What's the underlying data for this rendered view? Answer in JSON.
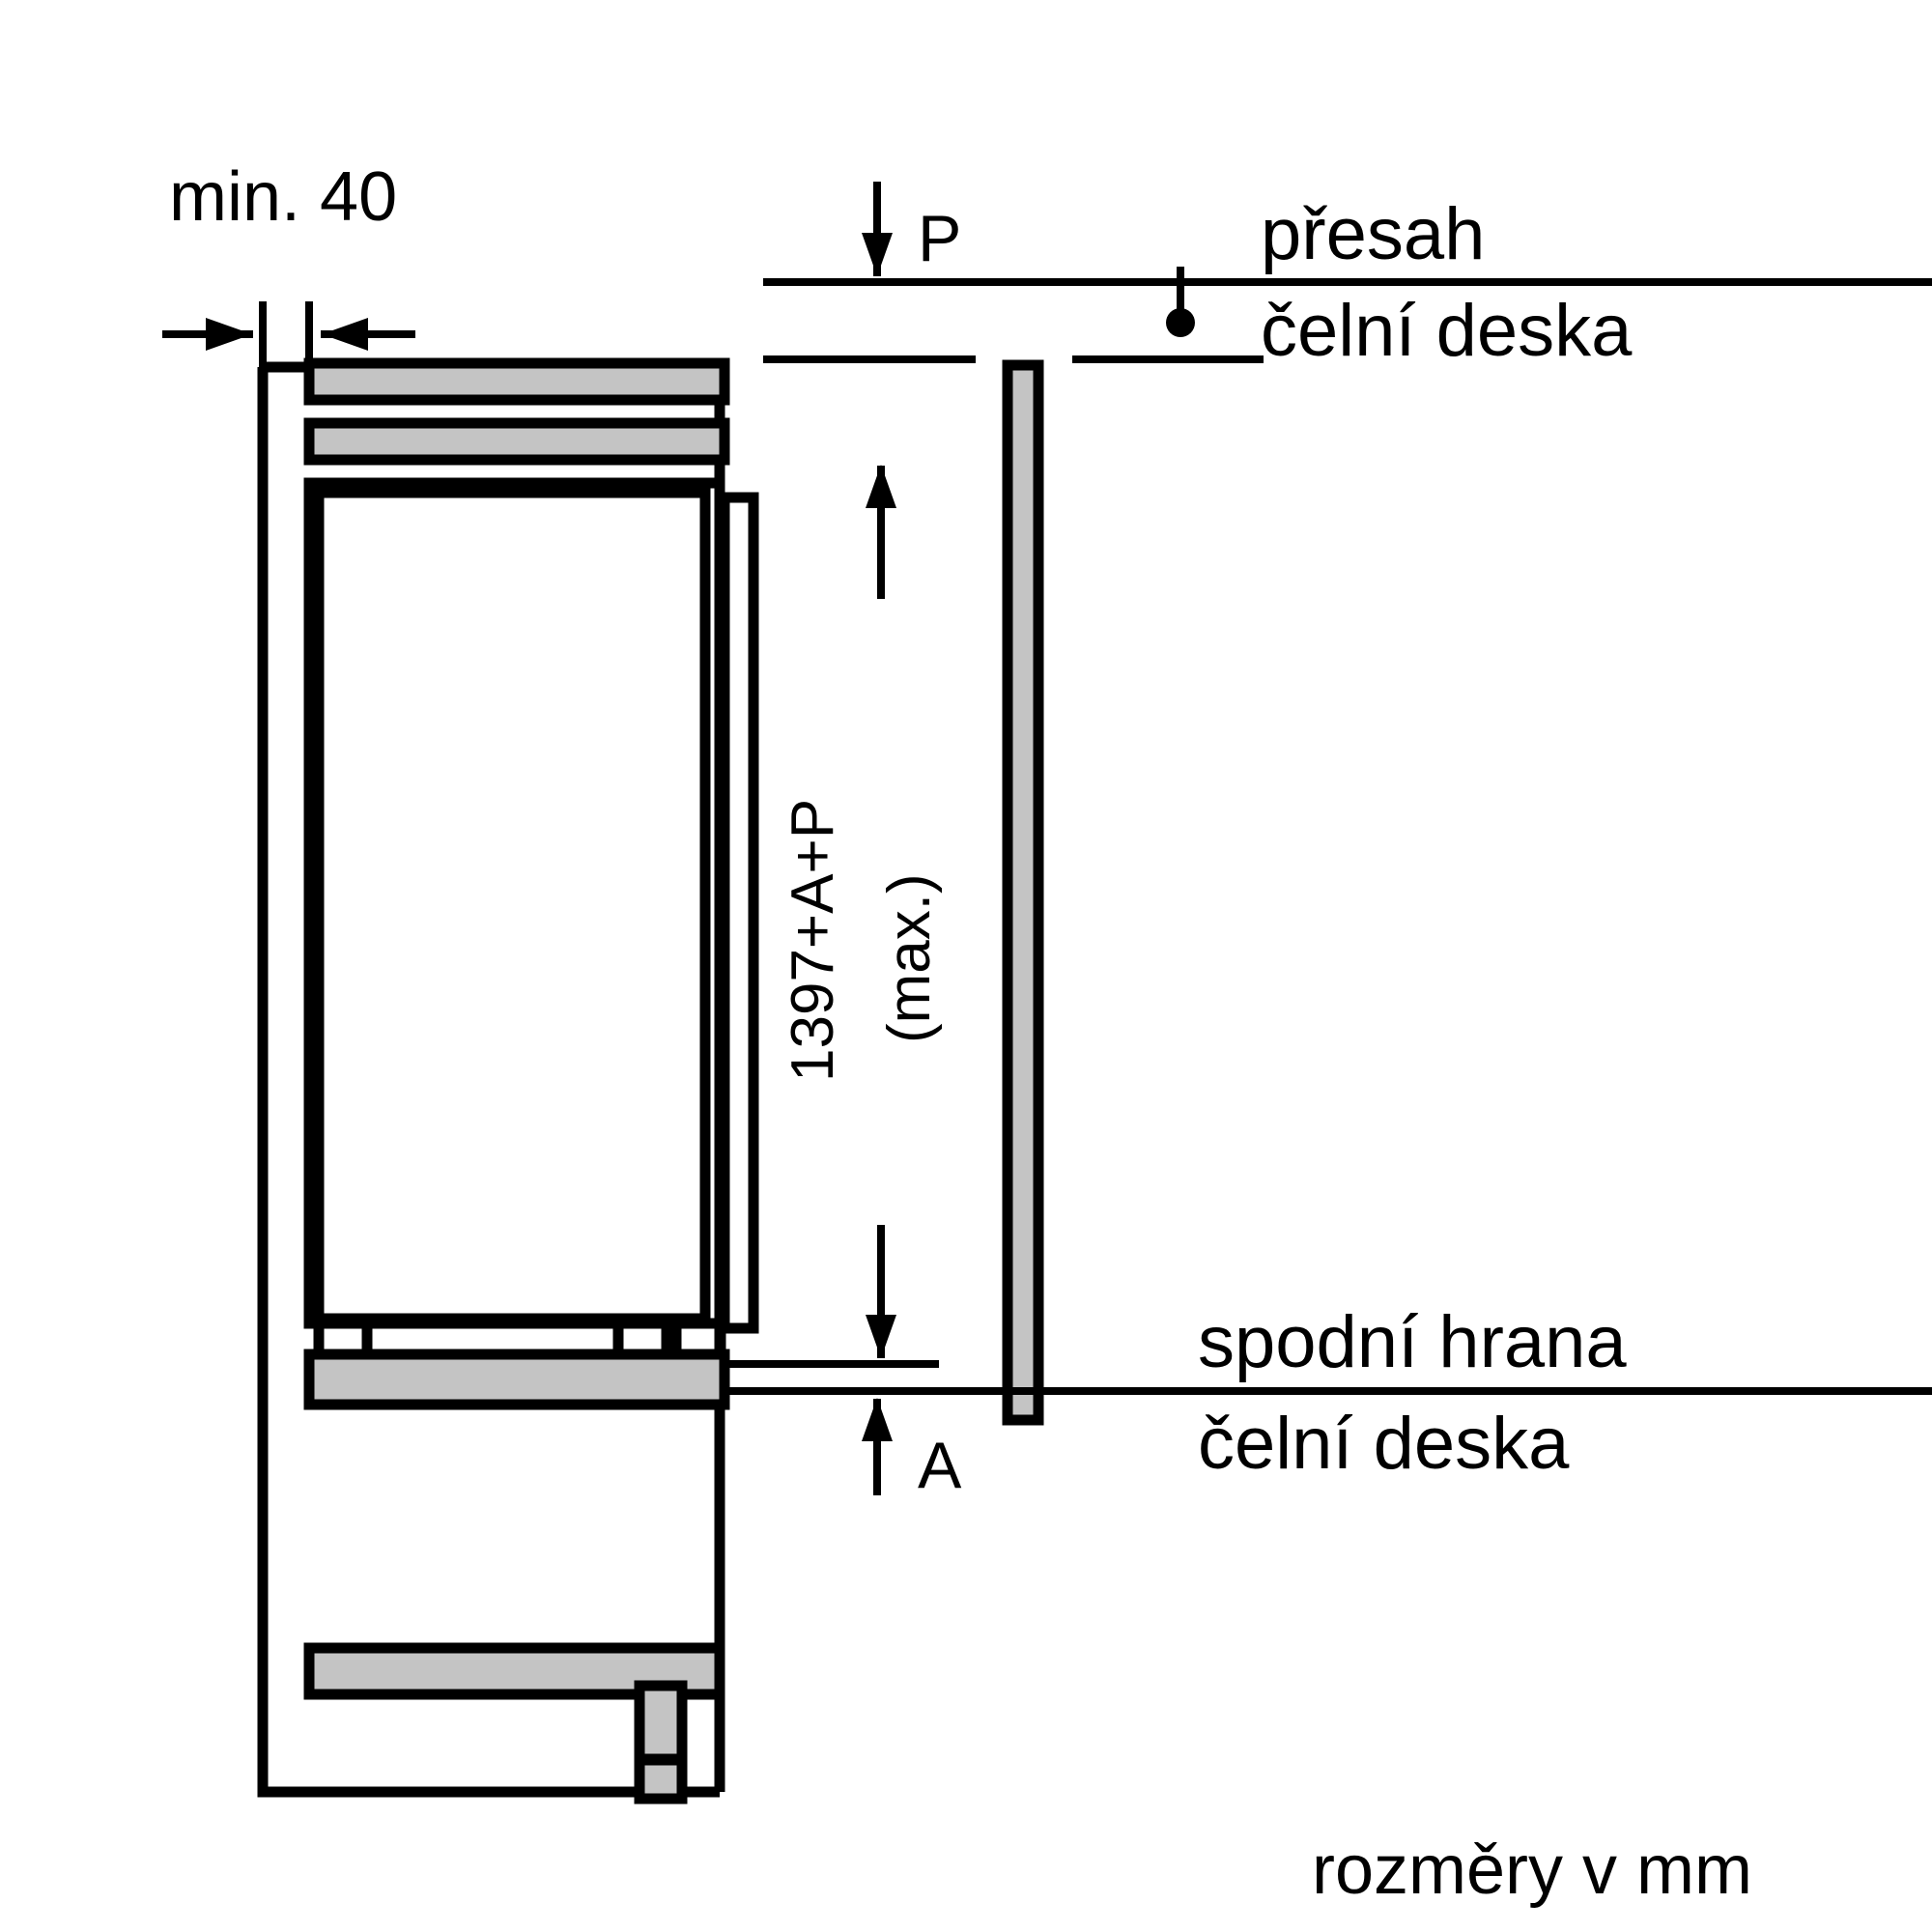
{
  "drawing": {
    "kind": "installation-dimension-drawing",
    "units_note": "rozměry v mm",
    "gray_fill": "#c4c4c4",
    "line_color": "#000000",
    "background": "#ffffff"
  },
  "labels": {
    "min_clearance": "min. 40",
    "gap_p": "P",
    "gap_a": "A",
    "height_main": "1397+A+P",
    "height_qualifier": "(max.)",
    "overhang_line1": "přesah",
    "overhang_line2": "čelní deska",
    "bottom_edge_line1": "spodní hrana",
    "bottom_edge_line2": "čelní deska",
    "units": "rozměry v mm"
  },
  "dimensions": {
    "min_clearance_value": "40",
    "total_height_expression": "1397+A+P",
    "total_height_note": "max.",
    "top_gap_symbol": "P",
    "bottom_gap_symbol": "A",
    "unit": "mm"
  },
  "annotations": [
    {
      "name": "top-clearance",
      "text": "min. 40"
    },
    {
      "name": "top-gap",
      "text": "P"
    },
    {
      "name": "bottom-gap",
      "text": "A"
    },
    {
      "name": "overall-height",
      "text": "1397+A+P (max.)"
    },
    {
      "name": "front-panel-overhang",
      "text": "přesah čelní deska"
    },
    {
      "name": "front-panel-lower-edge",
      "text": "spodní hrana čelní deska"
    },
    {
      "name": "units-note",
      "text": "rozměry v mm"
    }
  ]
}
